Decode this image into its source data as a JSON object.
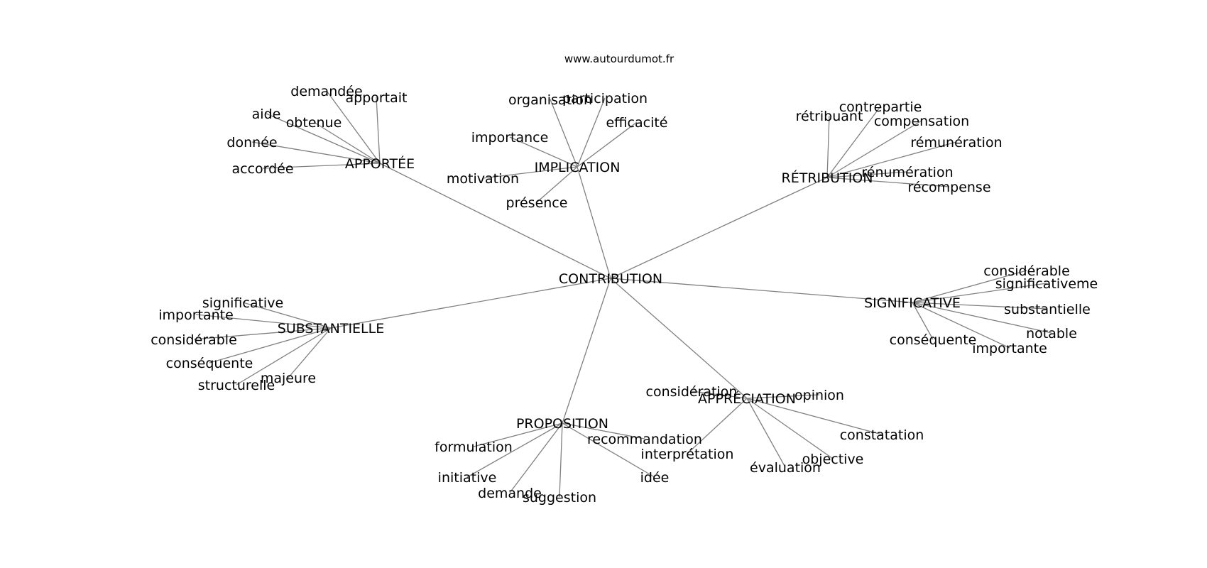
{
  "site_credit": "www.autourdumot.fr",
  "center": "CONTRIBUTION",
  "colors": {
    "edge": "#808080",
    "text": "#000000",
    "background": "#ffffff"
  },
  "clusters": [
    {
      "hub": "APPORTÉE",
      "words": [
        "demandée",
        "apportait",
        "aide",
        "obtenue",
        "donnée",
        "accordée"
      ]
    },
    {
      "hub": "IMPLICATION",
      "words": [
        "organisation",
        "participation",
        "efficacité",
        "importance",
        "motivation",
        "présence"
      ]
    },
    {
      "hub": "RÉTRIBUTION",
      "words": [
        "rétribuant",
        "contrepartie",
        "compensation",
        "rémunération",
        "rénumération",
        "récompense"
      ]
    },
    {
      "hub": "SUBSTANTIELLE",
      "words": [
        "significative",
        "importante",
        "considérable",
        "conséquente",
        "structurelle",
        "majeure"
      ]
    },
    {
      "hub": "SIGNIFICATIVE",
      "words": [
        "considérable",
        "significativeme",
        "substantielle",
        "notable",
        "conséquente",
        "importante"
      ]
    },
    {
      "hub": "APPRÉCIATION",
      "words": [
        "considération",
        "opinion",
        "constatation",
        "objective",
        "évaluation",
        "interprétation"
      ]
    },
    {
      "hub": "PROPOSITION",
      "words": [
        "formulation",
        "recommandation",
        "initiative",
        "demande",
        "suggestion",
        "idée"
      ]
    }
  ]
}
